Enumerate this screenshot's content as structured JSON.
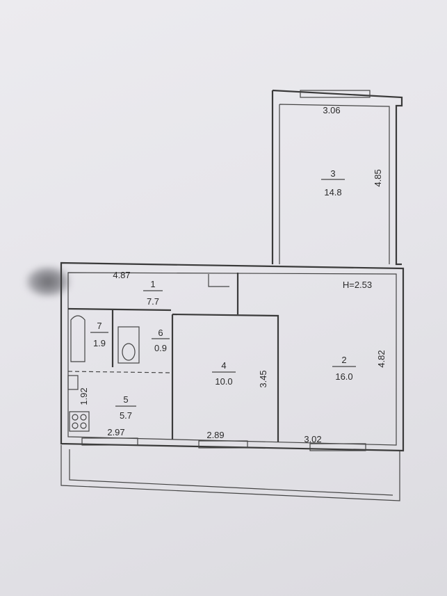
{
  "height_label": "H=2.53",
  "rooms": [
    {
      "number": "1",
      "area": "7.7"
    },
    {
      "number": "2",
      "area": "16.0"
    },
    {
      "number": "3",
      "area": "14.8"
    },
    {
      "number": "4",
      "area": "10.0"
    },
    {
      "number": "5",
      "area": "5.7"
    },
    {
      "number": "6",
      "area": "0.9"
    },
    {
      "number": "7",
      "area": "1.9"
    }
  ],
  "dimensions": {
    "room3_width": "3.06",
    "room3_length": "4.85",
    "corridor_length": "4.87",
    "room2_length": "4.82",
    "room4_length": "3.45",
    "kitchen_width": "1.92",
    "kitchen_length": "2.97",
    "room4_width": "2.89",
    "room2_width": "3.02"
  }
}
